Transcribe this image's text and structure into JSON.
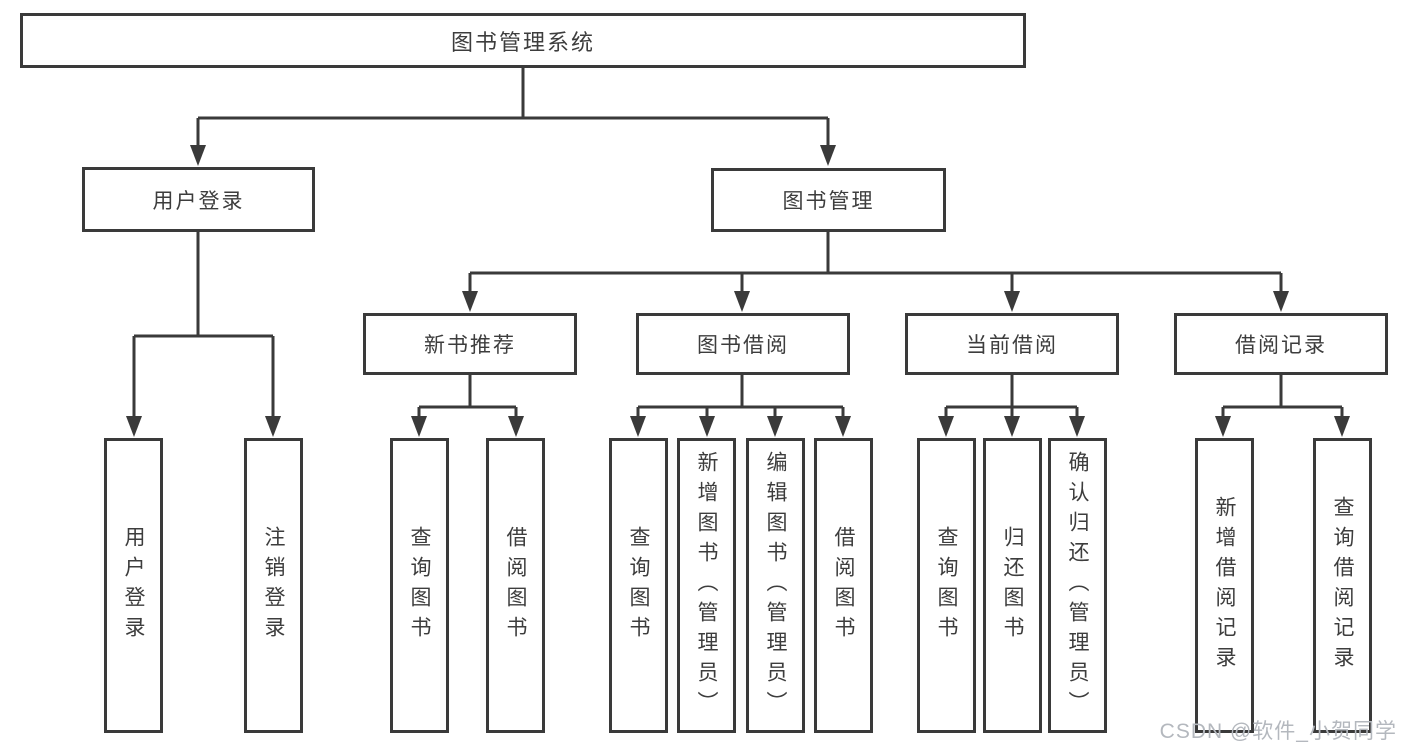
{
  "page": {
    "background": "#ffffff"
  },
  "colors": {
    "line": "#3a3a3a",
    "box_border": "#3a3a3a",
    "box_fill": "#ffffff",
    "text": "#3d3d3d",
    "watermark": "#b4b8be"
  },
  "tree": {
    "label": "图书管理系统",
    "children": [
      {
        "label": "用户登录",
        "children": [
          {
            "label": "用户登录"
          },
          {
            "label": "注销登录"
          }
        ]
      },
      {
        "label": "图书管理",
        "children": [
          {
            "label": "新书推荐",
            "children": [
              {
                "label": "查询图书"
              },
              {
                "label": "借阅图书"
              }
            ]
          },
          {
            "label": "图书借阅",
            "children": [
              {
                "label": "查询图书"
              },
              {
                "label": "新增图书（管理员）"
              },
              {
                "label": "编辑图书（管理员）"
              },
              {
                "label": "借阅图书"
              }
            ]
          },
          {
            "label": "当前借阅",
            "children": [
              {
                "label": "查询图书"
              },
              {
                "label": "归还图书"
              },
              {
                "label": "确认归还（管理员）"
              }
            ]
          },
          {
            "label": "借阅记录",
            "children": [
              {
                "label": "新增借阅记录"
              },
              {
                "label": "查询借阅记录"
              }
            ]
          }
        ]
      }
    ]
  },
  "watermark": {
    "text": "CSDN @软件_小贺同学"
  }
}
